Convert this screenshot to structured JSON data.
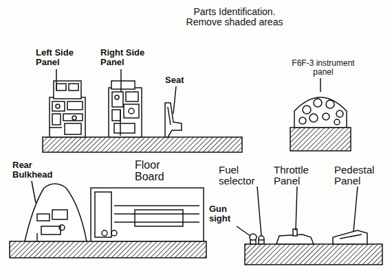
{
  "diagram": {
    "title": "Parts Identification. Remove shaded areas",
    "labels": [
      "Left Side Panel",
      "Right Side Panel",
      "Seat",
      "F6F-3 instrument panel",
      "Rear Bulkhead",
      "Floor Board",
      "Fuel selector",
      "Gun sight",
      "Throttle Panel",
      "Pedestal Panel"
    ]
  }
}
